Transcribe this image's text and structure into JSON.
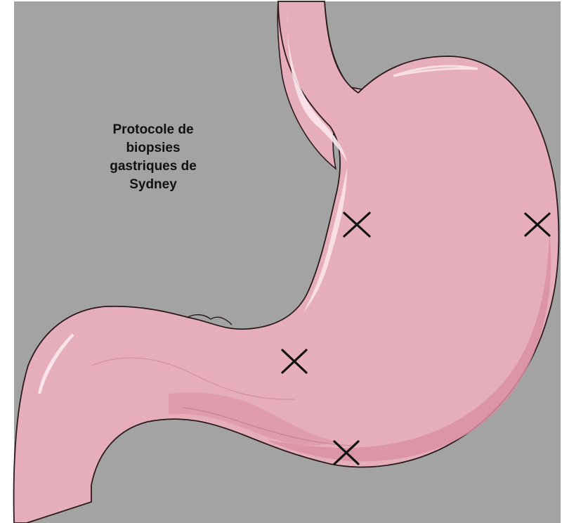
{
  "diagram": {
    "title_lines": [
      "Protocole de",
      "biopsies",
      "gastriques de",
      "Sydney"
    ],
    "marker_symbol": "x-mark",
    "marker_count": 4
  },
  "colors": {
    "background": "#a3a3a3",
    "frame": "#ffffff",
    "stomach_fill": "#e6aebb",
    "stomach_shadow": "#d98fa3",
    "stomach_highlight": "#fbe6ec",
    "outline": "#2a1a1e",
    "marker": "#111111"
  }
}
